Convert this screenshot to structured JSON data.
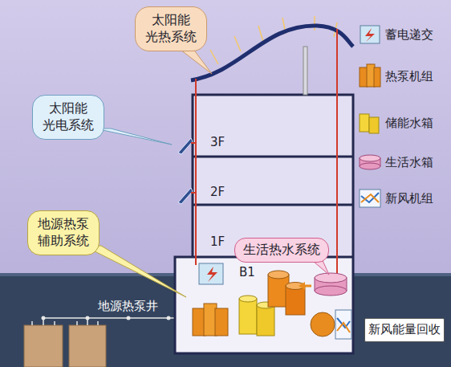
{
  "diagram": {
    "nodes": [
      {
        "text": [
          "太阳能 光热系统"
        ]
      },
      {
        "text": [
          "太阳能 光电系统"
        ]
      },
      {
        "text": [
          "地源热泵 辅助系统"
        ]
      },
      {
        "text": [
          "生活热水系统"
        ]
      },
      {
        "text": [
          "新风能量回收"
        ]
      }
    ],
    "labels": [
      "3F",
      "2F",
      "1F",
      "B1",
      "地源热泵井"
    ],
    "legend": [
      {
        "text": "蓄电递交"
      },
      {
        "text": "热泵机组"
      },
      {
        "text": "储能水箱"
      },
      {
        "text": "生活水箱"
      },
      {
        "text": "新风机组"
      }
    ]
  }
}
